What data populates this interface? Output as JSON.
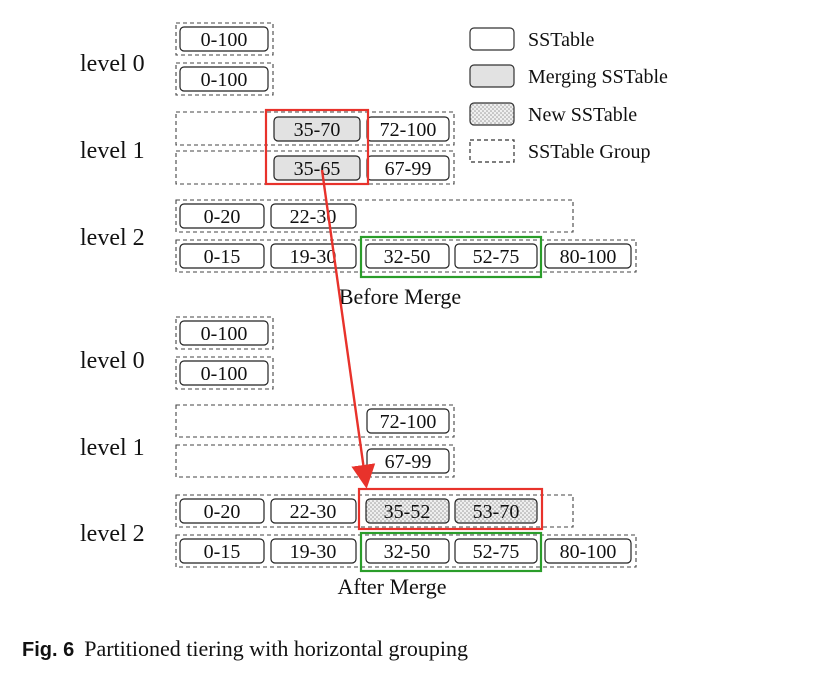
{
  "legend": {
    "sstable": "SSTable",
    "merging": "Merging SSTable",
    "new": "New SSTable",
    "group": "SSTable Group"
  },
  "colors": {
    "merging_fill": "#e2e2e2",
    "new_fill": "#d9d9d9",
    "highlight_red": "#e8322b",
    "highlight_green": "#2a9d2a",
    "line": "#333333"
  },
  "before": {
    "caption": "Before Merge",
    "levels": [
      {
        "label": "level 0",
        "groups": [
          [
            "0-100"
          ],
          [
            "0-100"
          ]
        ]
      },
      {
        "label": "level 1",
        "groups": [
          [
            "35-70",
            "72-100"
          ],
          [
            "35-65",
            "67-99"
          ]
        ]
      },
      {
        "label": "level 2",
        "groups": [
          [
            "0-20",
            "22-30"
          ],
          [
            "0-15",
            "19-30",
            "32-50",
            "52-75",
            "80-100"
          ]
        ]
      }
    ]
  },
  "after": {
    "caption": "After Merge",
    "levels": [
      {
        "label": "level 0",
        "groups": [
          [
            "0-100"
          ],
          [
            "0-100"
          ]
        ]
      },
      {
        "label": "level 1",
        "groups": [
          [
            "72-100"
          ],
          [
            "67-99"
          ]
        ]
      },
      {
        "label": "level 2",
        "groups": [
          [
            "0-20",
            "22-30",
            "35-52",
            "53-70"
          ],
          [
            "0-15",
            "19-30",
            "32-50",
            "52-75",
            "80-100"
          ]
        ]
      }
    ]
  },
  "figure_caption": {
    "number": "Fig. 6",
    "text": "Partitioned tiering with horizontal grouping"
  }
}
